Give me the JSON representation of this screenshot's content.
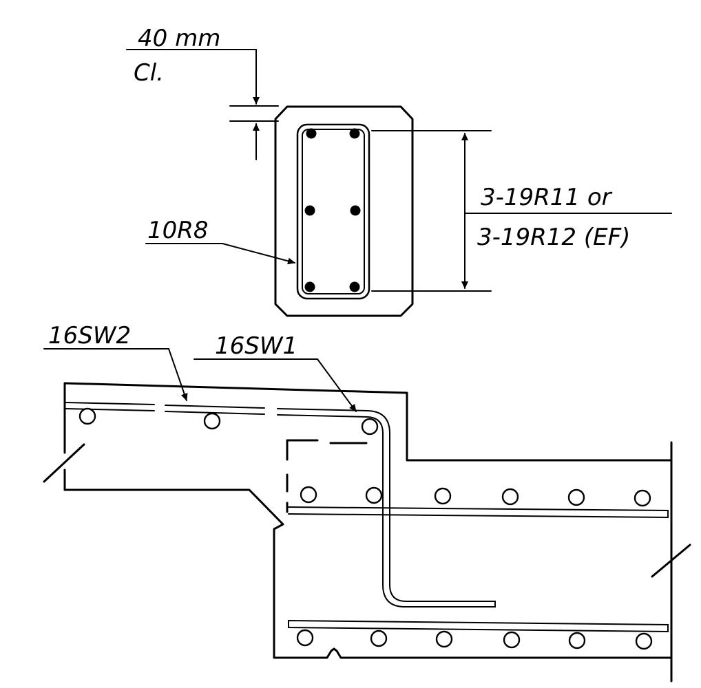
{
  "labels": {
    "cover_value": "40 mm",
    "cover_text": "Cl.",
    "stirrup": "10R8",
    "bars_line1": "3-19R11 or",
    "bars_line2": "3-19R12 (EF)",
    "bar_sw2": "16SW2",
    "bar_sw1": "16SW1"
  }
}
